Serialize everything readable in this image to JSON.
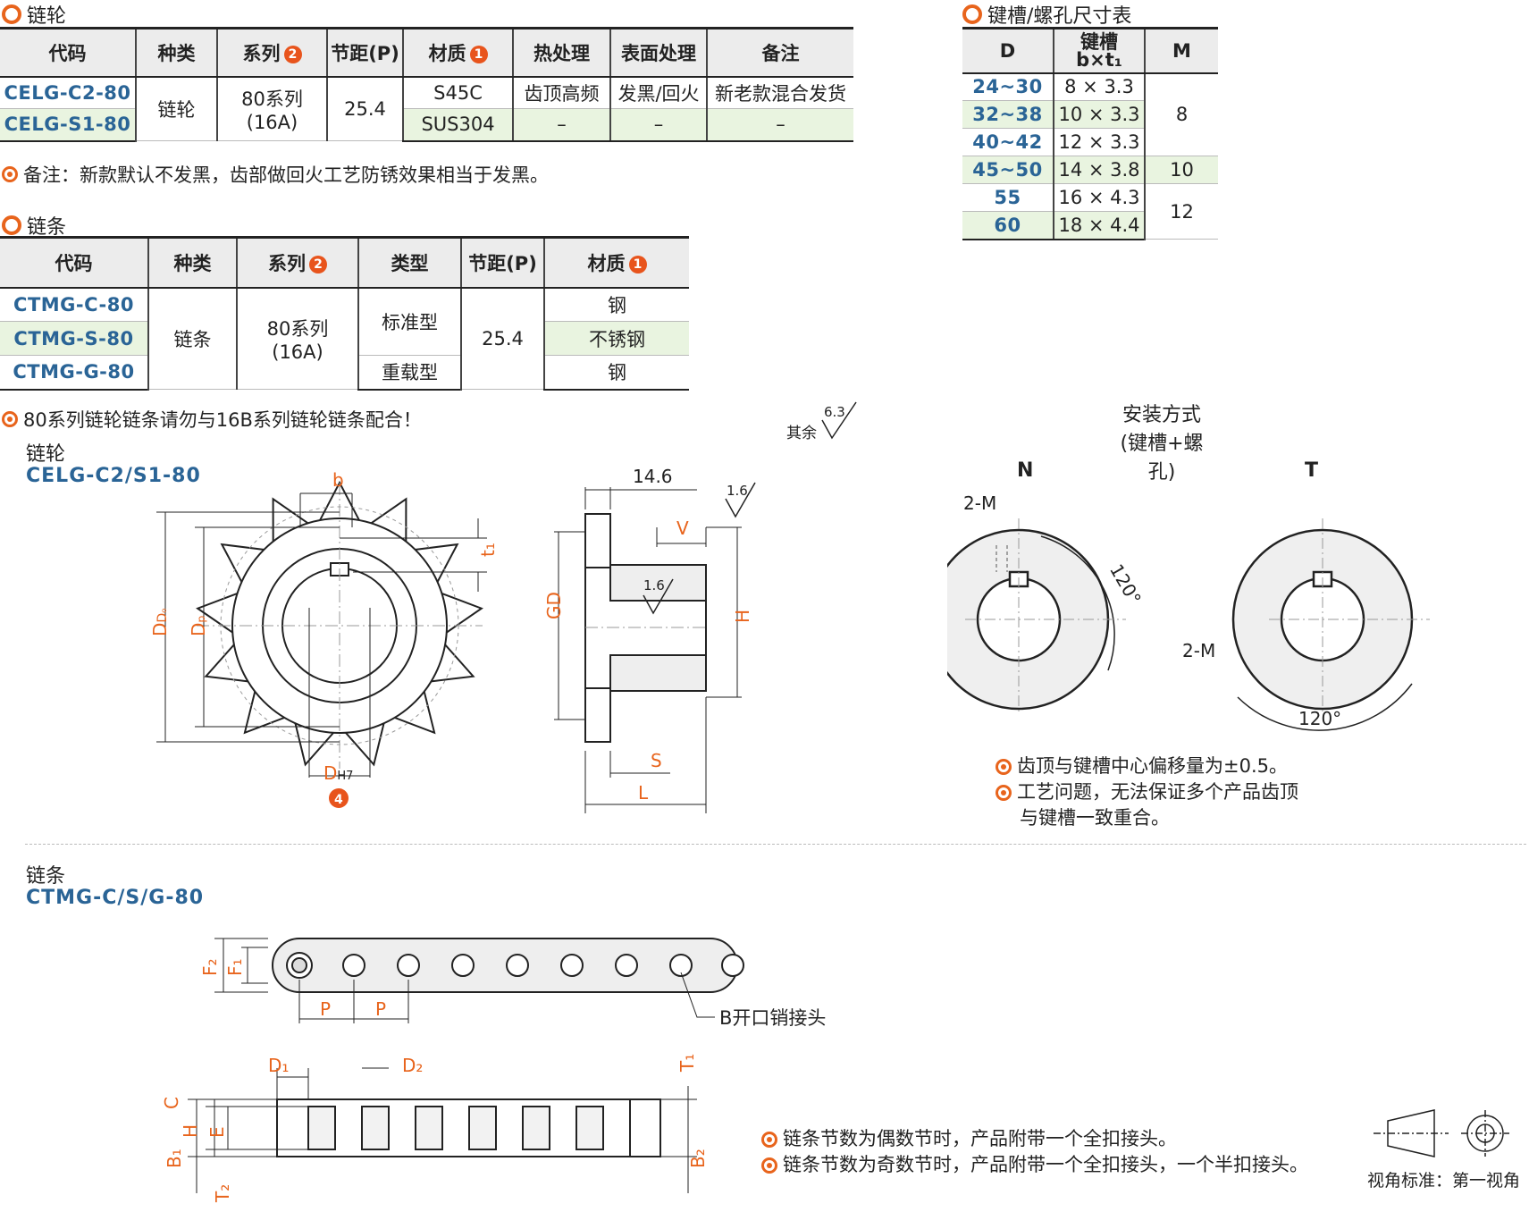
{
  "sprocket_section": {
    "title": "链轮",
    "headers": [
      "代码",
      "种类",
      "系列",
      "节距(P)",
      "材质",
      "热处理",
      "表面处理",
      "备注"
    ],
    "badge_series": "2",
    "badge_material": "1",
    "rows": [
      {
        "code": "CELG-C2-80",
        "material": "S45C",
        "heat": "齿顶高频",
        "surface": "发黑/回火",
        "remark": "新老款混合发货"
      },
      {
        "code": "CELG-S1-80",
        "material": "SUS304",
        "heat": "–",
        "surface": "–",
        "remark": "–"
      }
    ],
    "kind": "链轮",
    "series_line1": "80系列",
    "series_line2": "(16A)",
    "pitch": "25.4",
    "note": "备注：新款默认不发黑，齿部做回火工艺防锈效果相当于发黑。"
  },
  "chain_section": {
    "title": "链条",
    "headers": [
      "代码",
      "种类",
      "系列",
      "类型",
      "节距(P)",
      "材质"
    ],
    "badge_series": "2",
    "badge_material": "1",
    "rows": [
      {
        "code": "CTMG-C-80",
        "material": "钢"
      },
      {
        "code": "CTMG-S-80",
        "material": "不锈钢"
      },
      {
        "code": "CTMG-G-80",
        "material": "钢"
      }
    ],
    "kind": "链条",
    "series_line1": "80系列",
    "series_line2": "(16A)",
    "type_standard": "标准型",
    "type_heavy": "重载型",
    "pitch": "25.4",
    "note": "80系列链轮链条请勿与16B系列链轮链条配合！"
  },
  "keyway_section": {
    "title": "键槽/螺孔尺寸表",
    "headers": [
      "D",
      "键槽",
      "b×t₁",
      "M"
    ],
    "rows": [
      {
        "D": "24~30",
        "bt": "8 × 3.3"
      },
      {
        "D": "32~38",
        "bt": "10 × 3.3"
      },
      {
        "D": "40~42",
        "bt": "12 × 3.3"
      },
      {
        "D": "45~50",
        "bt": "14 × 3.8"
      },
      {
        "D": "55",
        "bt": "16 × 4.3"
      },
      {
        "D": "60",
        "bt": "18 × 4.4"
      }
    ],
    "M_values": [
      "8",
      "10",
      "12"
    ]
  },
  "sprocket_drawing": {
    "label": "链轮",
    "code": "CELG-C2/S1-80",
    "dims": {
      "b": "b",
      "t1": "t₁",
      "Do": "Dₒ",
      "Dp": "Dₚ",
      "D": "D",
      "DH7": "H7",
      "badge4": "4",
      "width": "14.6",
      "V": "V",
      "GD": "GD",
      "H": "H",
      "S": "S",
      "L": "L",
      "rough1": "1.6",
      "rough2": "1.6",
      "rough_other": "6.3",
      "other_label": "其余"
    }
  },
  "mounting": {
    "title_line1": "安装方式",
    "title_line2": "(键槽+螺孔)",
    "N": "N",
    "T": "T",
    "screw_label": "2-M",
    "angle": "120°",
    "notes": [
      "齿顶与键槽中心偏移量为±0.5。",
      "工艺问题，无法保证多个产品齿顶",
      "与键槽一致重合。"
    ]
  },
  "chain_drawing": {
    "label": "链条",
    "code": "CTMG-C/S/G-80",
    "dims": {
      "F2": "F₂",
      "F1": "F₁",
      "P": "P",
      "joint": "B开口销接头",
      "D1": "D₁",
      "D2": "D₂",
      "T1": "T₁",
      "T2": "T₂",
      "C": "C",
      "H": "H",
      "E": "E",
      "B1": "B₁",
      "B2": "B₂"
    },
    "notes": [
      "链条节数为偶数节时，产品附带一个全扣接头。",
      "链条节数为奇数节时，产品附带一个全扣接头，一个半扣接头。"
    ],
    "view_standard": "视角标准：第一视角"
  },
  "colors": {
    "accent": "#e8641c",
    "code_blue": "#2a6496",
    "alt_row": "#e9f4e0",
    "dim_orange": "#e8641c"
  }
}
